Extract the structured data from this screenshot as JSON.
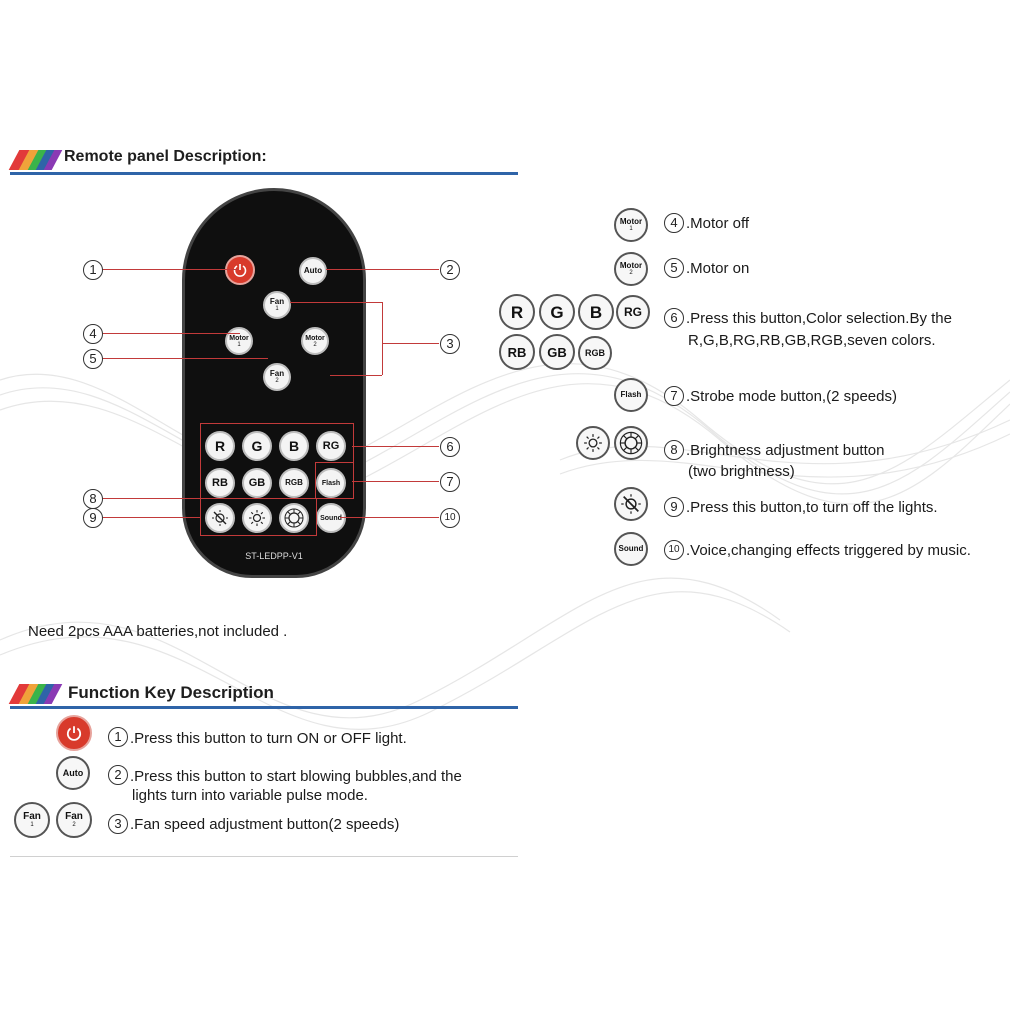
{
  "remote_panel": {
    "title": "Remote panel Description:",
    "model_label": "ST-LEDPP-V1",
    "battery_note": "Need 2pcs AAA batteries,not included ."
  },
  "remote_buttons": {
    "power": "ON/OFF",
    "auto": "Auto",
    "fan": "Fan",
    "fan1_sub": "1",
    "fan2_sub": "2",
    "motor": "Motor",
    "motor1_sub": "1",
    "motor2_sub": "2",
    "r": "R",
    "g": "G",
    "b": "B",
    "rg": "RG",
    "rb": "RB",
    "gb": "GB",
    "rgb": "RGB",
    "flash": "Flash",
    "sound": "Sound"
  },
  "callout_numbers": [
    "1",
    "2",
    "3",
    "4",
    "5",
    "6",
    "7",
    "8",
    "9",
    "10"
  ],
  "right_items": {
    "motor_off": ".Motor off",
    "motor_on": ".Motor on",
    "color_line1": ".Press this button,Color selection.By the",
    "color_line2": "R,G,B,RG,RB,GB,RGB,seven colors.",
    "strobe": ".Strobe mode button,(2 speeds)",
    "brightness_line1": ".Brightness adjustment button",
    "brightness_line2": "(two brightness)",
    "lights_off": ".Press this button,to turn off the lights.",
    "voice": ".Voice,changing effects triggered by music."
  },
  "function_key": {
    "title": "Function Key Description",
    "item1": ".Press this button to turn ON or OFF light.",
    "item2_line1": ".Press this button to start blowing bubbles,and the",
    "item2_line2": "lights turn into variable pulse mode.",
    "item3": ".Fan speed adjustment button(2 speeds)"
  },
  "colors": {
    "accent_blue": "#2f64a8",
    "callout_red": "#c23a3a",
    "power_red": "#d83a2b",
    "stripes": [
      "#e23a3a",
      "#f0a23a",
      "#3ab44a",
      "#2f64a8",
      "#8a3ab4"
    ]
  },
  "icons": [
    "power-icon",
    "brightness-low-icon",
    "brightness-high-icon",
    "lights-off-icon"
  ]
}
